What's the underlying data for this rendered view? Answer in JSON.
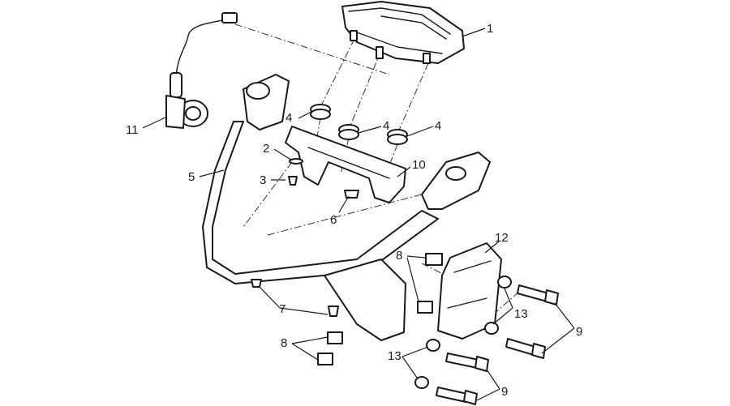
{
  "callouts": {
    "c1": "1",
    "c2": "2",
    "c3": "3",
    "c4a": "4",
    "c4b": "4",
    "c4c": "4",
    "c5": "5",
    "c6": "6",
    "c7": "7",
    "c8a": "8",
    "c8b": "8",
    "c9a": "9",
    "c9b": "9",
    "c10": "10",
    "c11": "11",
    "c12": "12",
    "c13a": "13",
    "c13b": "13"
  }
}
